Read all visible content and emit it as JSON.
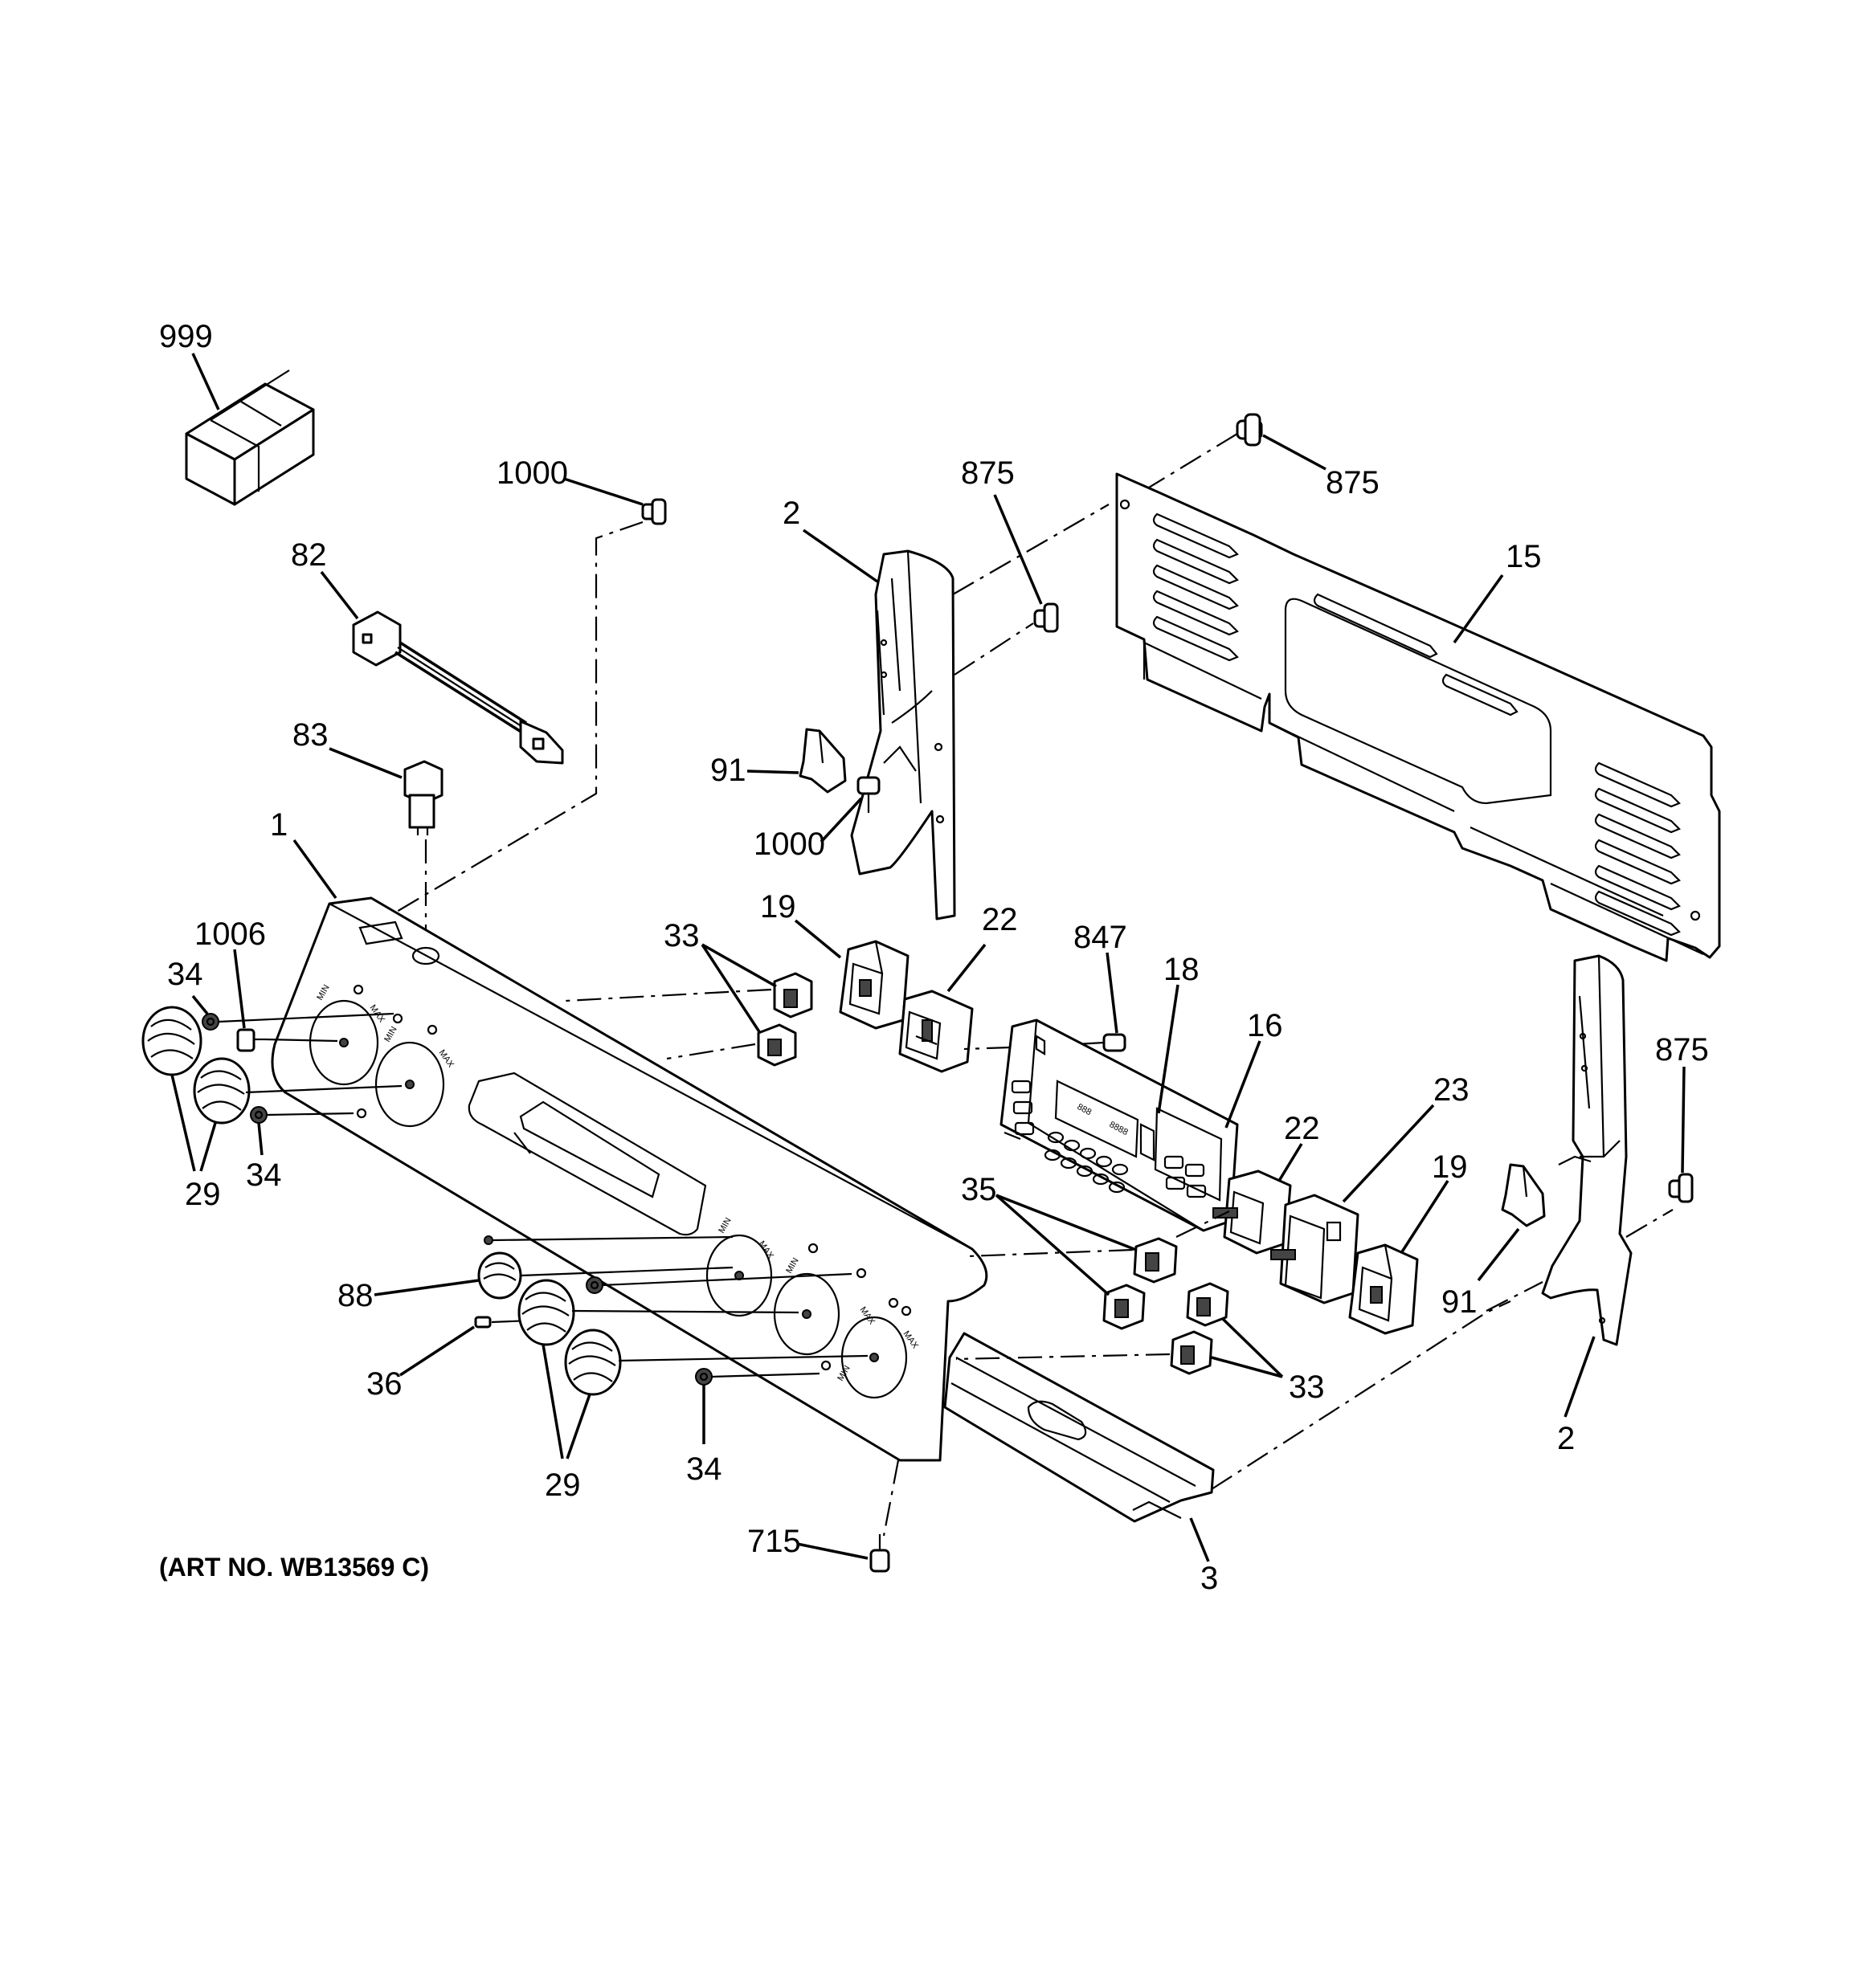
{
  "diagram": {
    "art_number": "(ART NO. WB13569 C)",
    "callouts": {
      "box_999": "999",
      "screw_1000_top": "1000",
      "harness_82": "82",
      "switch_83": "83",
      "backsplash_1": "1",
      "screw_1006": "1006",
      "clip_34_left": "34",
      "clip_34_mid": "34",
      "clip_34_bottom": "34",
      "knobs_29_left": "29",
      "knobs_29_bottom": "29",
      "knob_88": "88",
      "spring_36": "36",
      "screw_715": "715",
      "trim_3": "3",
      "endcap_2_left": "2",
      "screw_875_mid": "875",
      "screw_875_top": "875",
      "screw_875_right": "875",
      "panel_15": "15",
      "bracket_91_left": "91",
      "screw_1000_mid": "1000",
      "switch_19_left": "19",
      "switches_33_top": "33",
      "switch_22_top": "22",
      "screw_847": "847",
      "control_18": "18",
      "control_16": "16",
      "switch_22_right": "22",
      "switch_23": "23",
      "switch_19_right": "19",
      "switches_35": "35",
      "switches_33_bottom": "33",
      "bracket_91_right": "91",
      "endcap_2_right": "2"
    },
    "dial_marks": {
      "min": "MIN",
      "max": "MAX"
    }
  }
}
